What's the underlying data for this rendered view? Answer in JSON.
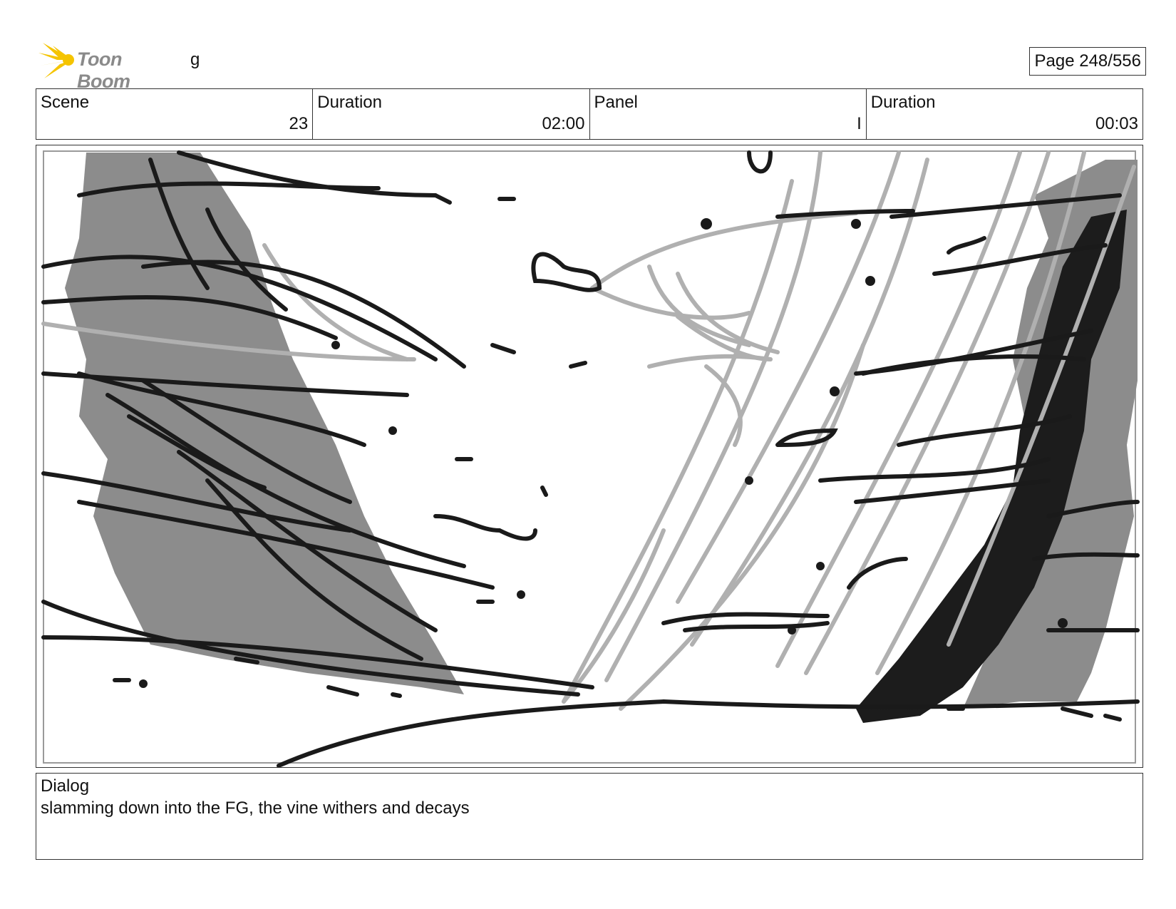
{
  "header": {
    "logo_text": "Toon Boom",
    "storyboard_name": "g",
    "page_label": "Page 248/556"
  },
  "info": {
    "scene_label": "Scene",
    "scene_value": "23",
    "scene_duration_label": "Duration",
    "scene_duration_value": "02:00",
    "panel_label": "Panel",
    "panel_value": "I",
    "panel_duration_label": "Duration",
    "panel_duration_value": "00:03"
  },
  "dialog": {
    "label": "Dialog",
    "text": "slamming down into the FG, the vine withers and decays"
  },
  "colors": {
    "logo_star": "#f5c400",
    "logo_text": "#8a8a8a",
    "ink": "#1a1a1a",
    "tone_gray": "#8c8c8c",
    "light_gray": "#b0b0b0"
  },
  "icons": {
    "logo": "toon-boom-star-icon"
  }
}
